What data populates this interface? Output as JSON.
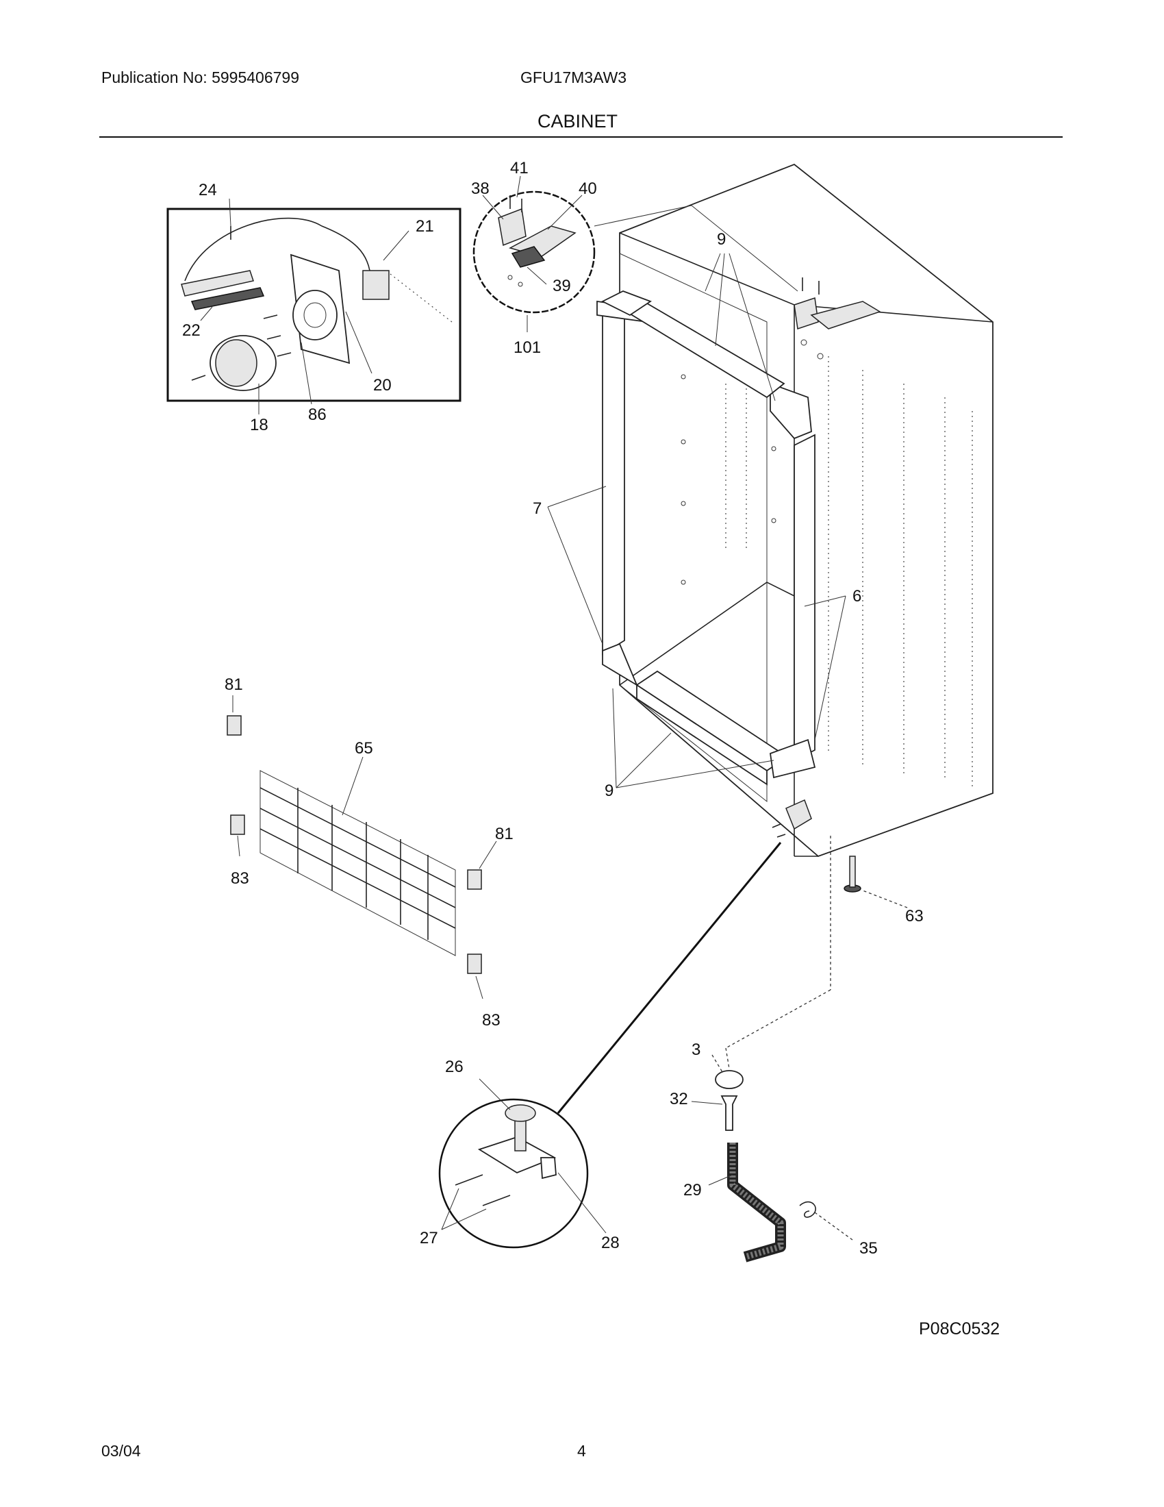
{
  "header": {
    "publication": "Publication No: 5995406799",
    "model": "GFU17M3AW3",
    "section": "CABINET"
  },
  "diagram": {
    "drawing_code": "P08C0532",
    "callouts": {
      "c24": "24",
      "c21": "21",
      "c22": "22",
      "c20": "20",
      "c18": "18",
      "c86": "86",
      "c41": "41",
      "c38": "38",
      "c40": "40",
      "c39": "39",
      "c101": "101",
      "c9a": "9",
      "c7": "7",
      "c6": "6",
      "c9b": "9",
      "c81a": "81",
      "c65": "65",
      "c83a": "83",
      "c81b": "81",
      "c83b": "83",
      "c63": "63",
      "c3": "3",
      "c32": "32",
      "c29": "29",
      "c35": "35",
      "c26": "26",
      "c27": "27",
      "c28": "28"
    }
  },
  "footer": {
    "date": "03/04",
    "page": "4"
  }
}
